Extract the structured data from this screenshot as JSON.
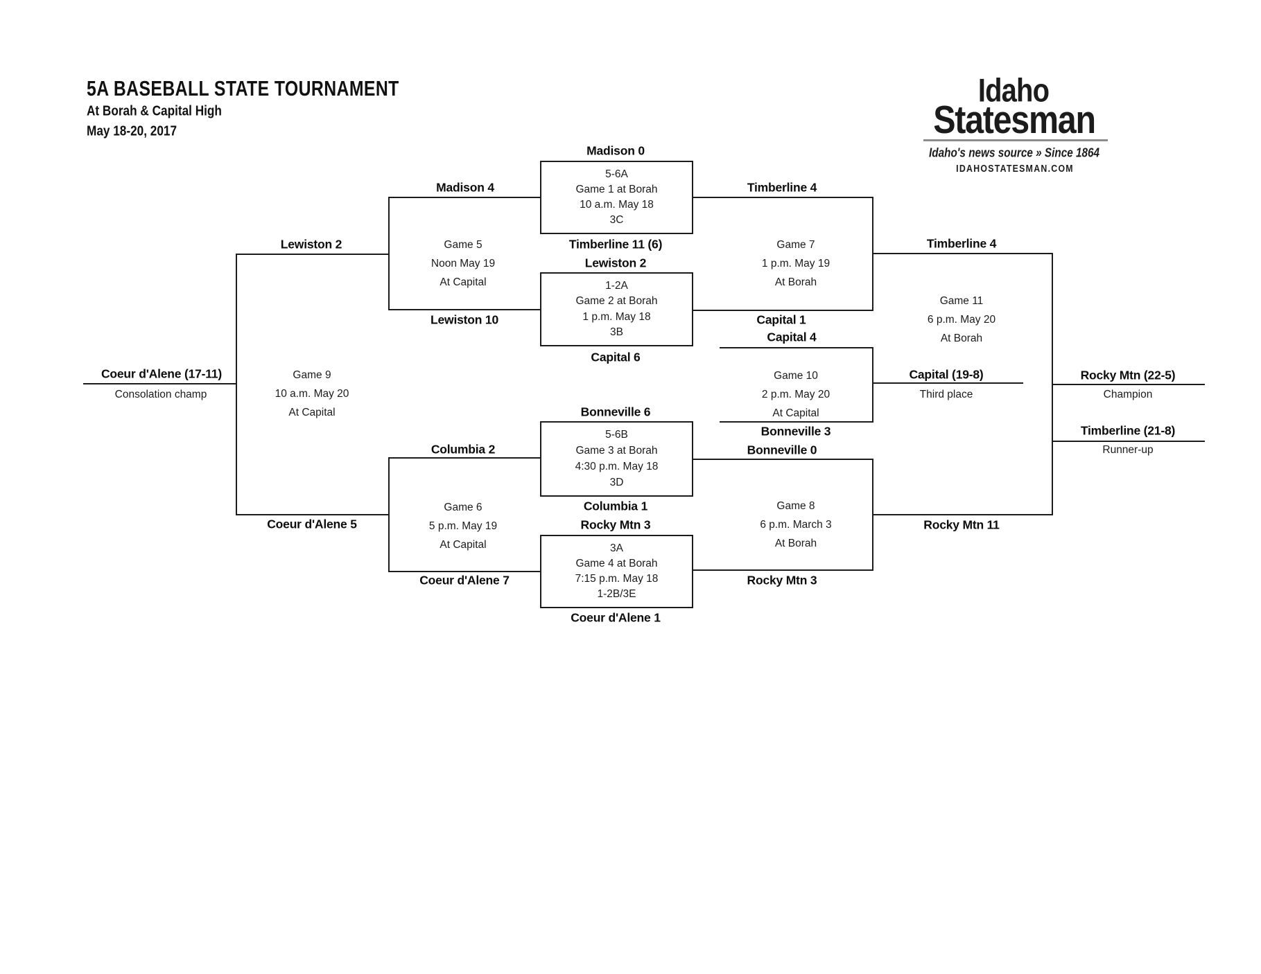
{
  "header": {
    "title": "5A BASEBALL STATE TOURNAMENT",
    "venue": "At Borah & Capital High",
    "dates": "May 18-20, 2017"
  },
  "logo": {
    "name_top": "Idaho",
    "name_bottom": "Statesman",
    "tagline": "Idaho's news source » Since 1864",
    "website": "IDAHOSTATESMAN.COM"
  },
  "games": {
    "box1": {
      "seed": "5-6A",
      "game": "Game 1 at Borah",
      "time": "10 a.m. May 18",
      "code": "3C"
    },
    "box2": {
      "seed": "1-2A",
      "game": "Game 2 at Borah",
      "time": "1 p.m. May 18",
      "code": "3B"
    },
    "box3": {
      "seed": "5-6B",
      "game": "Game 3 at Borah",
      "time": "4:30 p.m. May 18",
      "code": "3D"
    },
    "box4": {
      "seed": "3A",
      "game": "Game 4 at Borah",
      "time": "7:15 p.m. May 18",
      "code": "1-2B/3E"
    },
    "game5": {
      "name": "Game 5",
      "time": "Noon May 19",
      "venue": "At Capital"
    },
    "game6": {
      "name": "Game 6",
      "time": "5 p.m. May 19",
      "venue": "At Capital"
    },
    "game7": {
      "name": "Game 7",
      "time": "1 p.m. May 19",
      "venue": "At Borah"
    },
    "game8": {
      "name": "Game 8",
      "time": "6 p.m. March 3",
      "venue": "At Borah"
    },
    "game9": {
      "name": "Game 9",
      "time": "10 a.m. May 20",
      "venue": "At Capital"
    },
    "game10": {
      "name": "Game 10",
      "time": "2 p.m. May 20",
      "venue": "At Capital"
    },
    "game11": {
      "name": "Game 11",
      "time": "6 p.m. May 20",
      "venue": "At Borah"
    }
  },
  "teams": {
    "madison0": "Madison 0",
    "timberline11": "Timberline 11 (6)",
    "lewiston2_box": "Lewiston 2",
    "capital6": "Capital 6",
    "bonneville6": "Bonneville 6",
    "columbia1": "Columbia 1",
    "rockymtn3_box": "Rocky Mtn 3",
    "cda1": "Coeur d'Alene 1",
    "madison4": "Madison 4",
    "lewiston10": "Lewiston 10",
    "columbia2": "Columbia 2",
    "cda7": "Coeur d'Alene 7",
    "lewiston2_g9": "Lewiston 2",
    "cda5": "Coeur d'Alene 5",
    "timberline4_g7in": "Timberline 4",
    "capital1": "Capital 1",
    "capital4": "Capital 4",
    "bonneville3": "Bonneville 3",
    "bonneville0": "Bonneville 0",
    "rockymtn3_g8": "Rocky Mtn 3",
    "timberline4_g11in": "Timberline 4",
    "rockymtn11": "Rocky Mtn 11"
  },
  "results": {
    "consolation": {
      "team": "Coeur d'Alene (17-11)",
      "caption": "Consolation champ"
    },
    "third": {
      "team": "Capital (19-8)",
      "caption": "Third place"
    },
    "champion": {
      "team": "Rocky Mtn (22-5)",
      "caption": "Champion"
    },
    "runner_up": {
      "team": "Timberline (21-8)",
      "caption": "Runner-up"
    }
  }
}
